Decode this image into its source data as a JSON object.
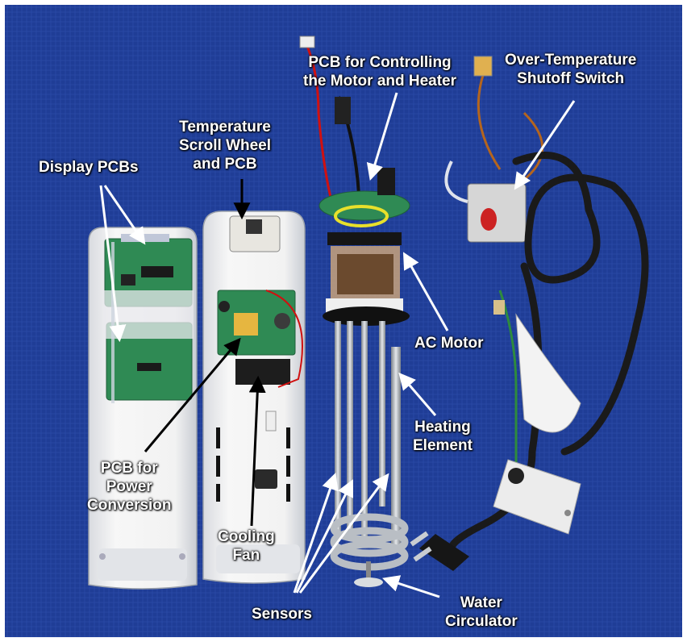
{
  "labels": {
    "display_pcbs": "Display PCBs",
    "temp_wheel": [
      "Temperature",
      "Scroll Wheel",
      "and PCB"
    ],
    "pcb_motor": [
      "PCB for Controlling",
      "the Motor and Heater"
    ],
    "overtemp": [
      "Over-Temperature",
      "Shutoff Switch"
    ],
    "ac_motor": "AC Motor",
    "heating": [
      "Heating",
      "Element"
    ],
    "pcb_power": [
      "PCB for",
      "Power",
      "Conversion"
    ],
    "cooling_fan": [
      "Cooling",
      "Fan"
    ],
    "sensors": "Sensors",
    "water_circ": [
      "Water",
      "Circulator"
    ]
  },
  "colors": {
    "background_blue": "#1f3d96",
    "housing_white": "#f2f2f2",
    "pcb_green": "#2f8a54",
    "label_text": "#ffffff",
    "arrow": "#ffffff",
    "arrow_dark": "#000000",
    "cord_black": "#1a1a1a",
    "metal": "#b9bec4"
  }
}
